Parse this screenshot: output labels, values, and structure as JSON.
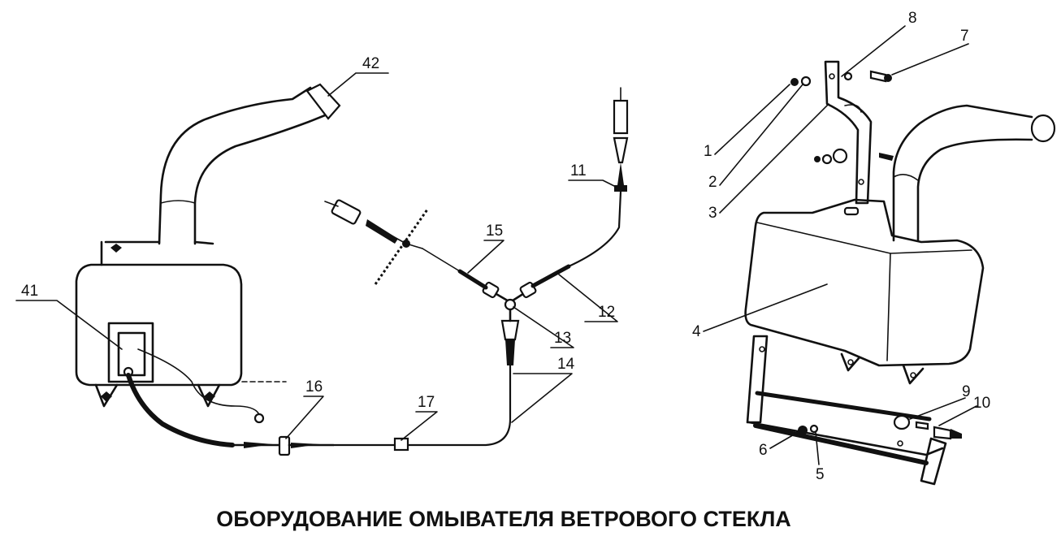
{
  "title": "ОБОРУДОВАНИЕ ОМЫВАТЕЛЯ ВЕТРОВОГО СТЕКЛА",
  "callouts": {
    "c42": "42",
    "c41": "41",
    "c16": "16",
    "c17": "17",
    "c15": "15",
    "c14": "14",
    "c13": "13",
    "c12": "12",
    "c11": "11",
    "c8": "8",
    "c7": "7",
    "c1": "1",
    "c2": "2",
    "c3": "3",
    "c4": "4",
    "c9": "9",
    "c10": "10",
    "c6": "6",
    "c5": "5"
  }
}
